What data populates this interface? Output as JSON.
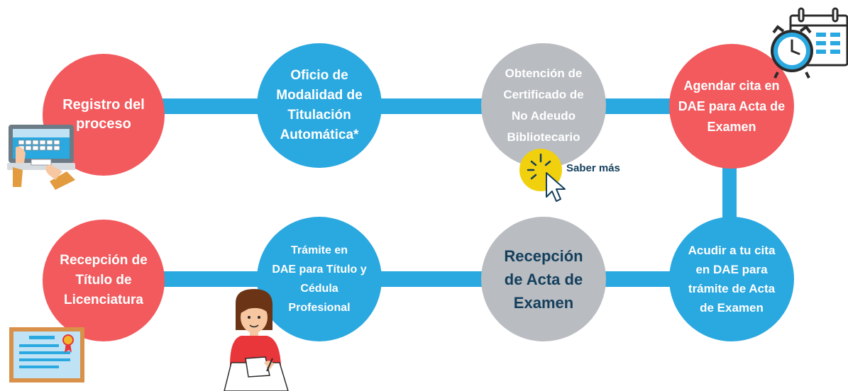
{
  "steps": [
    {
      "id": "registro",
      "label": "Registro del\nproceso",
      "color": "#f25a5d"
    },
    {
      "id": "oficio",
      "label": "Oficio de\nModalidad de\nTitulación\nAutomática*",
      "color": "#2aa8e0"
    },
    {
      "id": "certificado",
      "label": "Obtención de\nCertificado de\nNo Adeudo\nBibliotecario",
      "color": "#b9bcc1"
    },
    {
      "id": "agendar",
      "label": "Agendar cita en\nDAE para Acta de\nExamen",
      "color": "#f25a5d"
    },
    {
      "id": "acudir",
      "label": "Acudir a tu cita\nen DAE para\ntrámite de Acta\nde Examen",
      "color": "#2aa8e0"
    },
    {
      "id": "recepcion-acta",
      "label": "Recepción\nde Acta de\nExamen",
      "color": "#b9bcc1"
    },
    {
      "id": "tramite",
      "label": "Trámite en\nDAE para Título y\nCédula\nProfesional",
      "color": "#2aa8e0"
    },
    {
      "id": "recepcion-titulo",
      "label": "Recepción de\nTítulo de\nLicenciatura",
      "color": "#f25a5d"
    }
  ],
  "links": {
    "saber_mas": "Saber más"
  },
  "icons": {
    "laptop": "laptop-typing-icon",
    "calendar": "calendar-clock-icon",
    "cursor": "click-cursor-icon",
    "person": "person-writing-icon",
    "certificate": "certificate-icon"
  }
}
